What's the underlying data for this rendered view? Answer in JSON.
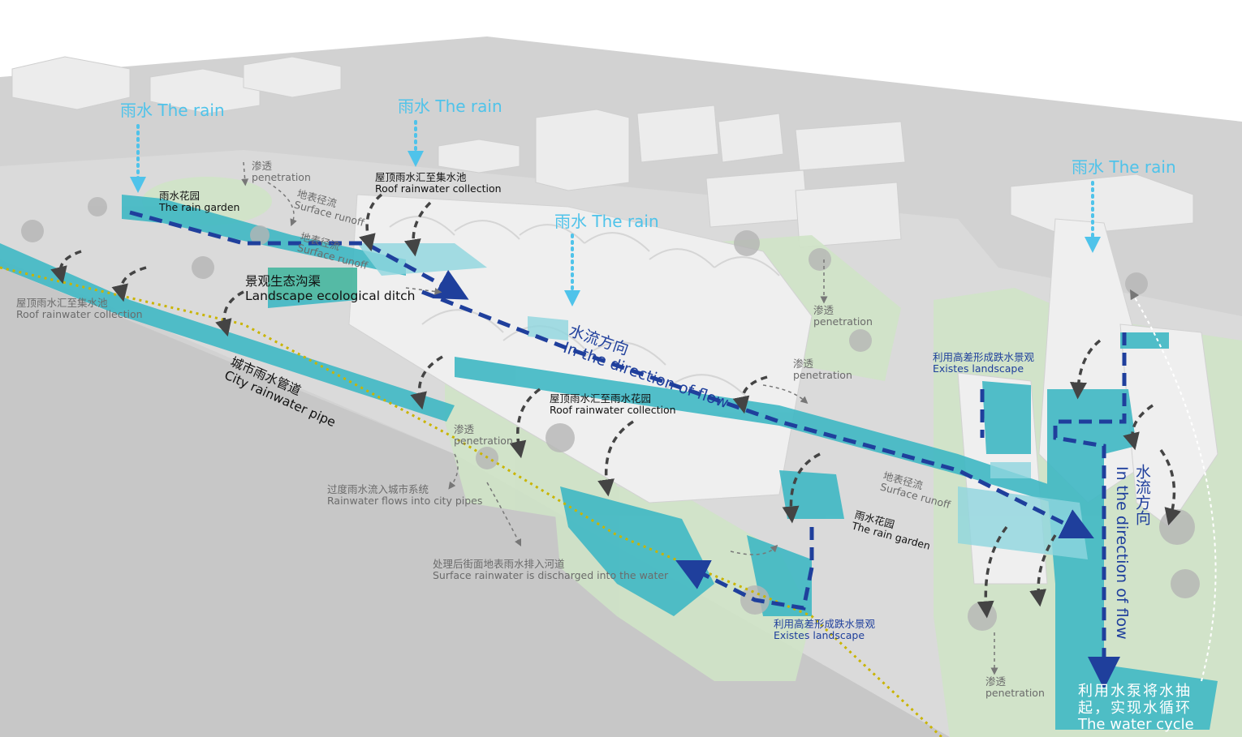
{
  "labels": {
    "rain_1": "雨水 The rain",
    "rain_2": "雨水 The rain",
    "rain_3": "雨水 The rain",
    "rain_4": "雨水 The rain",
    "rain_garden_1_cn": "雨水花园",
    "rain_garden_1_en": "The rain garden",
    "penetration_1_cn": "渗透",
    "penetration_1_en": "penetration",
    "surface_runoff_1_cn": "地表径流",
    "surface_runoff_1_en": "Surface runoff",
    "surface_runoff_2_cn": "地表径流",
    "surface_runoff_2_en": "Surface runoff",
    "roof_collection_1_cn": "屋顶雨水汇至集水池",
    "roof_collection_1_en": "Roof rainwater collection",
    "roof_collection_2_cn": "屋顶雨水汇至集水池",
    "roof_collection_2_en": "Roof rainwater collection",
    "ecological_ditch_cn": "景观生态沟渠",
    "ecological_ditch_en": "Landscape ecological ditch",
    "flow_direction_cn": "水流方向",
    "flow_direction_en": "In the direction of flow",
    "city_pipe_cn": "城市雨水管道",
    "city_pipe_en": "City rainwater pipe",
    "penetration_2_cn": "渗透",
    "penetration_2_en": "penetration",
    "penetration_3_cn": "渗透",
    "penetration_3_en": "penetration",
    "roof_to_garden_cn": "屋顶雨水汇至雨水花园",
    "roof_to_garden_en": "Roof rainwater collection",
    "penetration_4_cn": "渗透",
    "penetration_4_en": "penetration",
    "excess_rain_cn": "过度雨水流入城市系统",
    "excess_rain_en": "Rainwater flows into city pipes",
    "treated_surface_cn": "处理后街面地表雨水排入河道",
    "treated_surface_en": "Surface rainwater is discharged into the water",
    "surface_runoff_3_cn": "地表径流",
    "surface_runoff_3_en": "Surface runoff",
    "rain_garden_2_cn": "雨水花园",
    "rain_garden_2_en": "The rain garden",
    "existes_landscape_1_cn": "利用高差形成跌水景观",
    "existes_landscape_1_en": "Existes landscape",
    "existes_landscape_2_cn": "利用高差形成跌水景观",
    "existes_landscape_2_en": "Existes landscape",
    "flow_direction_2_cn": "水流方向",
    "flow_direction_2_en": "In the direction of flow",
    "penetration_5_cn": "渗透",
    "penetration_5_en": "penetration",
    "water_cycle_cn_1": "利用水泵将水抽",
    "water_cycle_cn_2": "起，实现水循环",
    "water_cycle_en": "The water cycle"
  },
  "colors": {
    "background": "#d8d8d8",
    "ground": "#c9c9c9",
    "building": "#eeeeee",
    "green_space": "#cfe3c7",
    "water": "#3fb8c4",
    "water_light": "#8fd6df",
    "flow_arrow": "#1f3f9c",
    "rain_arrow": "#4fc3ea",
    "pipe_line": "#c9b400",
    "collection_arrow": "#444444"
  }
}
